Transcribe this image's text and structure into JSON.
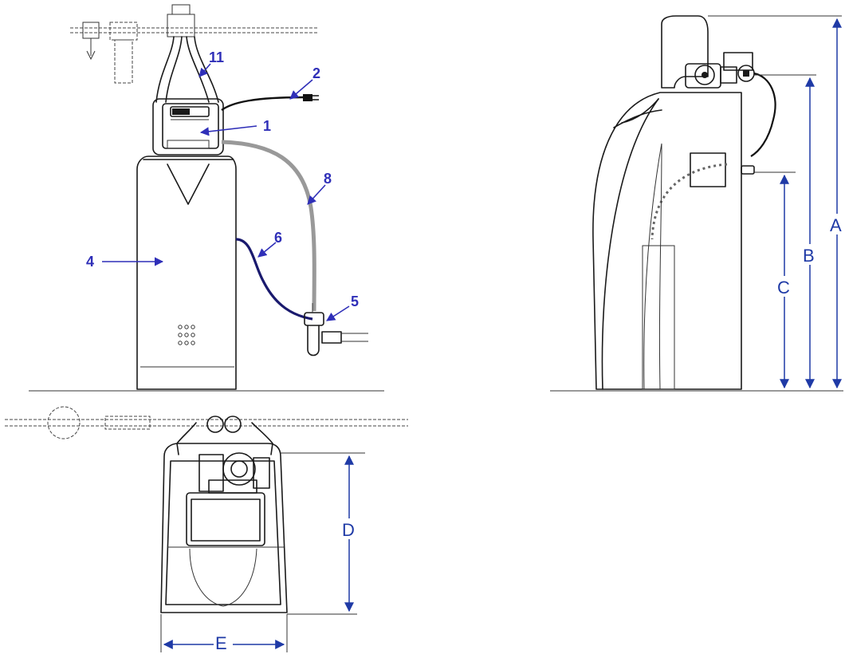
{
  "callouts": {
    "c1": "1",
    "c2": "2",
    "c4": "4",
    "c5": "5",
    "c6": "6",
    "c8": "8",
    "c11": "11"
  },
  "dimensions": {
    "a": "A",
    "b": "B",
    "c": "C",
    "d": "D",
    "e": "E"
  },
  "colors": {
    "callout": "#2f2fb8",
    "dimension": "#1f3aa6",
    "brine_hose": "#999999",
    "drain_hose": "#1a1a6e"
  }
}
